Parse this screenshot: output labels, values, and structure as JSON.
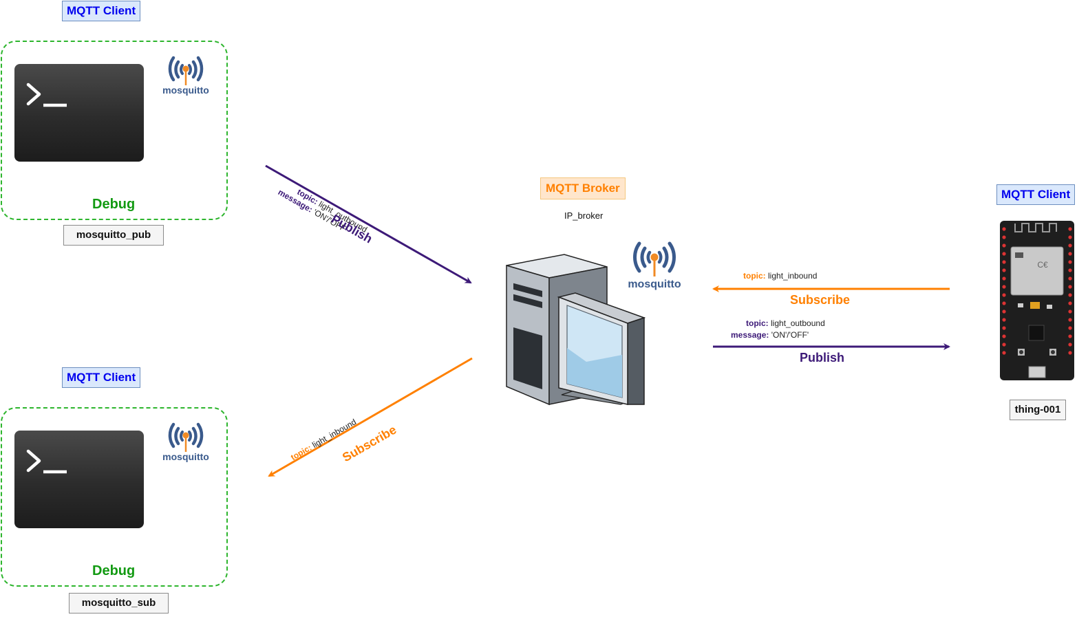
{
  "clients": {
    "pub": {
      "tag": "MQTT Client",
      "group_label": "Debug",
      "name": "mosquitto_pub",
      "logo_text": "mosquitto"
    },
    "sub": {
      "tag": "MQTT Client",
      "group_label": "Debug",
      "name": "mosquitto_sub",
      "logo_text": "mosquitto"
    },
    "device": {
      "tag": "MQTT Client",
      "name": "thing-001"
    }
  },
  "broker": {
    "tag": "MQTT Broker",
    "ip": "IP_broker",
    "logo_text": "mosquitto"
  },
  "flows": {
    "pub_to_broker": {
      "topic_key": "topic:",
      "topic_val": "light_outbound",
      "message_key": "message:",
      "message_val": "'ON'/'OFF'",
      "action": "Publish"
    },
    "broker_to_sub": {
      "topic_key": "topic:",
      "topic_val": "light_inbound",
      "action": "Subscribe"
    },
    "device_to_broker": {
      "topic_key": "topic:",
      "topic_val": "light_inbound",
      "action": "Subscribe"
    },
    "broker_to_device": {
      "topic_key": "topic:",
      "topic_val": "light_outbound",
      "message_key": "message:",
      "message_val": "'ON'/'OFF'",
      "action": "Publish"
    }
  },
  "colors": {
    "publish": "#3d1a78",
    "subscribe": "#ff8000",
    "debug_group": "#2db52d",
    "client_tag_text": "#0000ee"
  },
  "icons": [
    "terminal-icon",
    "mosquitto-logo",
    "server-computer-icon",
    "esp32-board-icon"
  ]
}
